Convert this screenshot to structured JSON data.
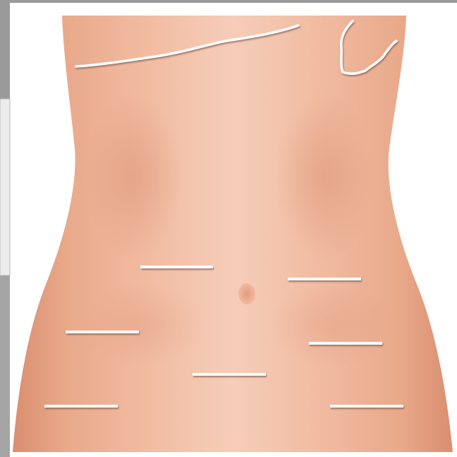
{
  "figure": {
    "subject": "abdomen-front-view",
    "colors": {
      "frame_gray": "#9a9a9a",
      "frame_gray_light": "#c6c6c6",
      "skin_light": "#f5cbb6",
      "skin_mid": "#eeb59a",
      "skin_shadow": "#d98e6f",
      "label_line": "#ffffff",
      "line_shadow": "#8a6a60"
    },
    "label_lines": [
      {
        "id": "blank-1"
      },
      {
        "id": "blank-2"
      },
      {
        "id": "blank-3"
      },
      {
        "id": "blank-4"
      },
      {
        "id": "blank-5"
      },
      {
        "id": "blank-6"
      },
      {
        "id": "blank-7"
      }
    ],
    "annotations": [
      {
        "id": "costal-margin-line",
        "shape": "curve"
      },
      {
        "id": "liver-region-outline",
        "shape": "closed-curve"
      }
    ]
  }
}
